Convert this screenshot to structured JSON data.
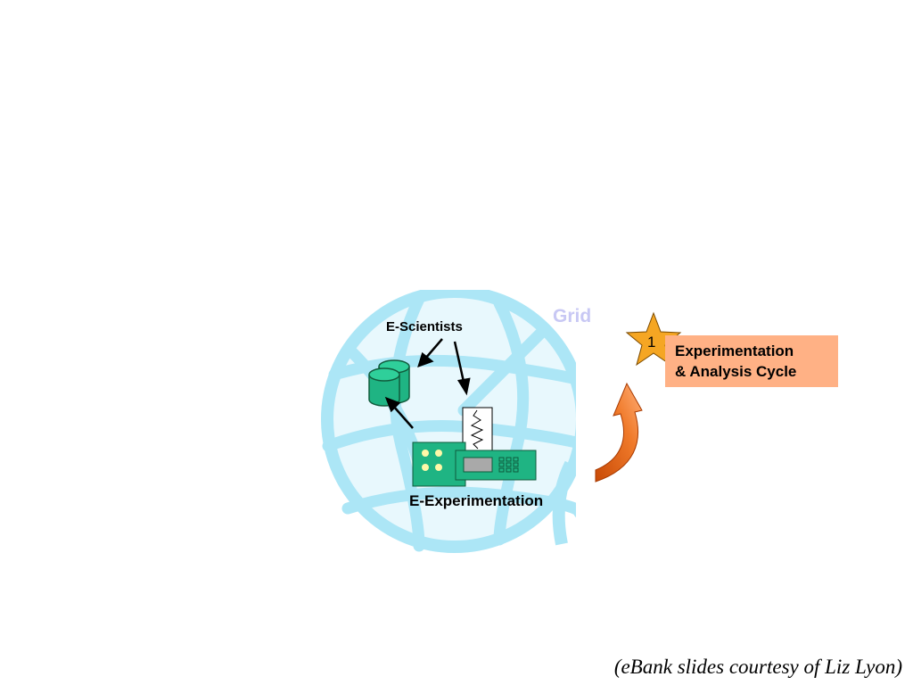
{
  "diagram": {
    "grid_label": "Grid",
    "scientists_label": "E-Scientists",
    "experimentation_label": "E-Experimentation",
    "cycle_step": "1",
    "cycle_label_line1": "Experimentation",
    "cycle_label_line2": "& Analysis Cycle"
  },
  "footer": {
    "credit": "(eBank slides courtesy of Liz Lyon)"
  },
  "colors": {
    "globe": "#ace6f6",
    "grid_label": "#c8c8f4",
    "cycle_box": "#ffb185",
    "star": "#f5a623",
    "arrow": "#e85d0c",
    "equipment": "#1fb483"
  }
}
